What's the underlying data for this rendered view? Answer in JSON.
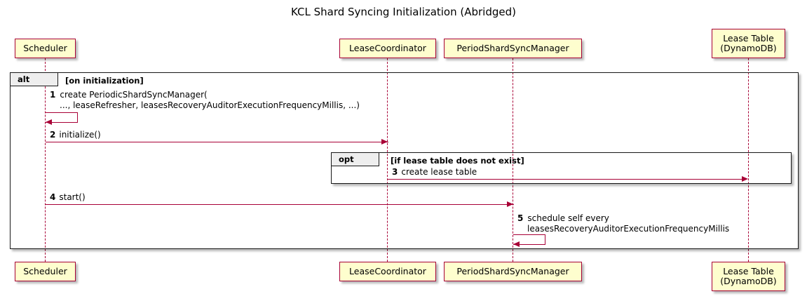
{
  "diagram": {
    "title": "KCL Shard Syncing Initialization (Abridged)",
    "type": "sequence-diagram",
    "colors": {
      "participant_fill": "#FEFECE",
      "participant_border": "#A80036",
      "arrow": "#A80036",
      "frame_border": "#181818",
      "frame_tab_fill": "#EEEEEE",
      "background": "#FFFFFF"
    }
  },
  "participants": [
    {
      "id": "scheduler",
      "label": "Scheduler",
      "line2": ""
    },
    {
      "id": "lease_coordinator",
      "label": "LeaseCoordinator",
      "line2": ""
    },
    {
      "id": "period_shard_sync_manager",
      "label": "PeriodShardSyncManager",
      "line2": ""
    },
    {
      "id": "lease_table",
      "label": "Lease Table",
      "line2": "(DynamoDB)"
    }
  ],
  "frames": [
    {
      "id": "alt-frame",
      "kind": "alt",
      "guard": "[on initialization]"
    },
    {
      "id": "opt-frame",
      "kind": "opt",
      "guard": "[if lease table does not exist]"
    }
  ],
  "messages": [
    {
      "num": "1",
      "from": "scheduler",
      "to": "scheduler",
      "kind": "self",
      "text_line1": "create PeriodicShardSyncManager(",
      "text_line2": "..., leaseRefresher, leasesRecoveryAuditorExecutionFrequencyMillis, ...)"
    },
    {
      "num": "2",
      "from": "scheduler",
      "to": "lease_coordinator",
      "kind": "call",
      "text_line1": "initialize()",
      "text_line2": ""
    },
    {
      "num": "3",
      "from": "lease_coordinator",
      "to": "lease_table",
      "kind": "call",
      "text_line1": "create lease table",
      "text_line2": ""
    },
    {
      "num": "4",
      "from": "scheduler",
      "to": "period_shard_sync_manager",
      "kind": "call",
      "text_line1": "start()",
      "text_line2": ""
    },
    {
      "num": "5",
      "from": "period_shard_sync_manager",
      "to": "period_shard_sync_manager",
      "kind": "self",
      "text_line1": "schedule self every",
      "text_line2": "leasesRecoveryAuditorExecutionFrequencyMillis"
    }
  ]
}
